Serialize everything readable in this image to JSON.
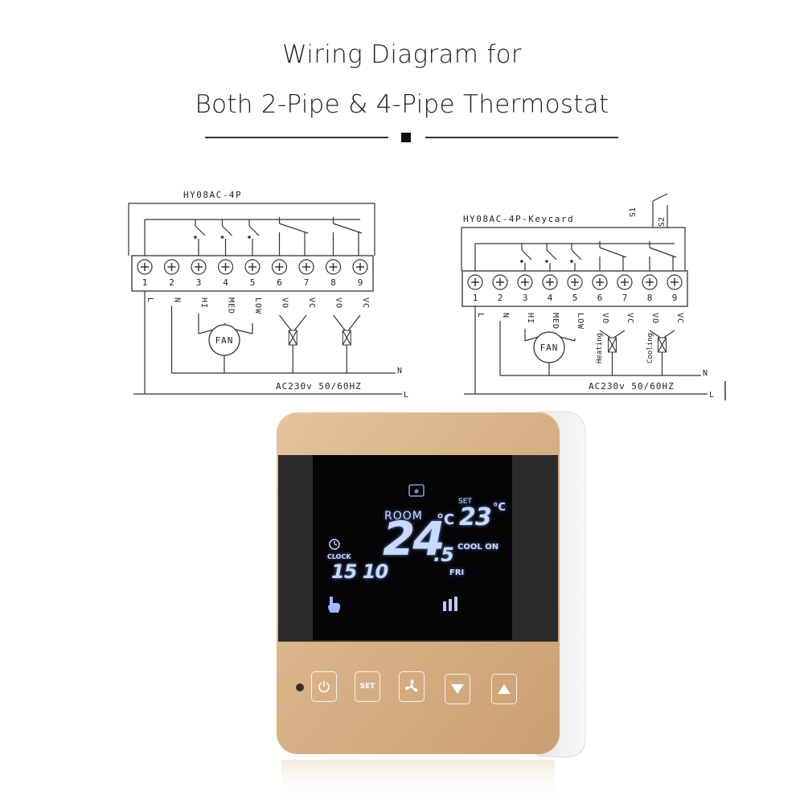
{
  "title": {
    "line1": "Wiring Diagram for",
    "line2": "Both 2-Pipe & 4-Pipe Thermostat"
  },
  "diagram_left": {
    "model": "HY08AC-4P",
    "terminals": [
      "1",
      "2",
      "3",
      "4",
      "5",
      "6",
      "7",
      "8",
      "9"
    ],
    "terminal_labels": [
      "L",
      "N",
      "HI",
      "MED",
      "LOW",
      "VO",
      "VC",
      "VO",
      "VC"
    ],
    "fan_label": "FAN",
    "supply_label": "AC230v  50/60HZ",
    "neutral_label": "N",
    "line_label": "L"
  },
  "diagram_right": {
    "model": "HY08AC-4P-Keycard",
    "switch_labels": [
      "S1",
      "S2"
    ],
    "terminals": [
      "1",
      "2",
      "3",
      "4",
      "5",
      "6",
      "7",
      "8",
      "9"
    ],
    "terminal_labels": [
      "L",
      "N",
      "HI",
      "MED",
      "LOW",
      "VO",
      "VC",
      "VO",
      "VC"
    ],
    "fan_label": "FAN",
    "heating_label": "Heating",
    "cooling_label": "Cooling",
    "supply_label": "AC230v  50/60HZ",
    "neutral_label": "N",
    "line_label": "L"
  },
  "thermostat": {
    "room_label": "ROOM",
    "room_temp_main": "24",
    "room_temp_decimal": ".5",
    "room_unit": "°C",
    "set_label": "SET",
    "set_temp": "23",
    "set_unit": "°C",
    "clock_label": "CLOCK",
    "clock_time": "15 10",
    "mode_status": "COOL ON",
    "day": "FRI",
    "buttons": {
      "set_label": "SET"
    },
    "colors": {
      "frame_gold": "#d9b88a",
      "lcd_glow": "#aec6ff"
    }
  }
}
